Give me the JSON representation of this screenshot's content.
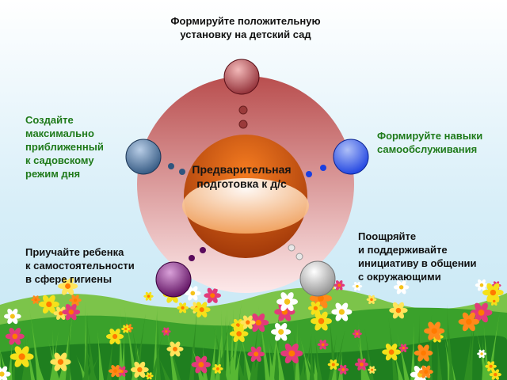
{
  "diagram": {
    "center_label": "Предварительная\nподготовка к д/с",
    "labels": {
      "top": "Формируйте  положительную\nустановку на детский сад",
      "left": "Создайте\nмаксимально\nприближенный\nк садовскому\nрежим дня",
      "right": "Формируйте навыки\nсамообслуживания",
      "bottom_right": "Поощряйте\nи поддерживайте\nинициативу в общении\nс окружающими",
      "bottom_left": "Приучайте ребенка\nк самостоятельности\nв сфере гигиены"
    },
    "colors": {
      "ring_outer": "#b94e4e",
      "ring_inner": "#fde9ea",
      "center_outer": "#9c3408",
      "center_inner": "#f47b20",
      "lens": "#f5a054",
      "label_green": "#1f7a1a",
      "label_black": "#111111",
      "node_top": "#8e2a32",
      "node_left": "#2f557f",
      "node_right": "#1a3fe0",
      "node_bottom_left": "#5a0a5c",
      "node_bottom_right": "#b9b9b9"
    },
    "background": {
      "style": "meadow with flowers",
      "sky_color": "#d4ecf7",
      "grass_color": "#3aa12b",
      "flower_colors": [
        "#f5e11a",
        "#ffffff",
        "#ff8a1a",
        "#e23a7a",
        "#ffe45a"
      ]
    }
  }
}
